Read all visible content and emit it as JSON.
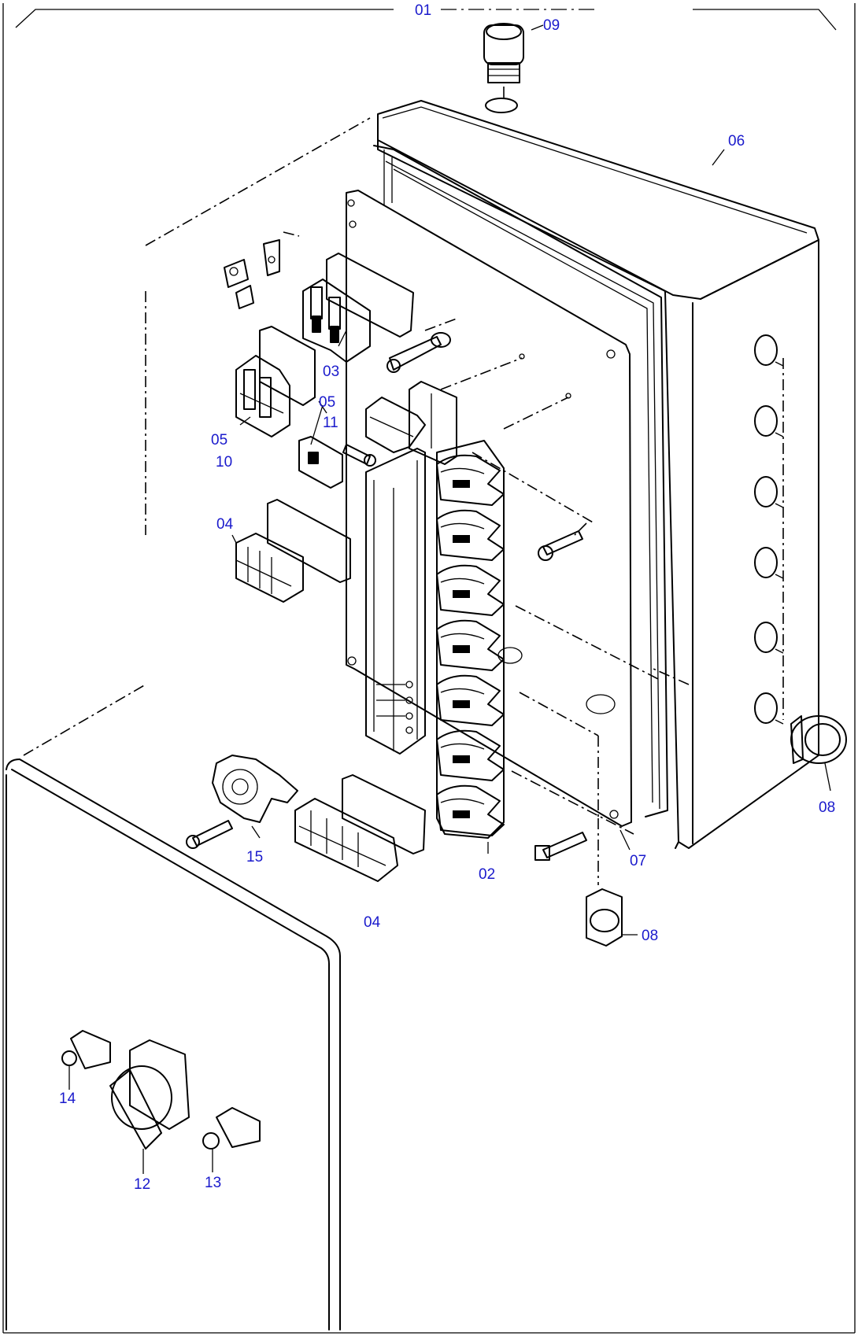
{
  "callouts": {
    "c01": "01",
    "c02": "02",
    "c03": "03",
    "c04a": "04",
    "c04b": "04",
    "c05a": "05",
    "c05b": "05",
    "c06": "06",
    "c07": "07",
    "c08a": "08",
    "c08b": "08",
    "c09": "09",
    "c10": "10",
    "c11": "11",
    "c12": "12",
    "c13": "13",
    "c14": "14",
    "c15": "15"
  },
  "colors": {
    "callout": "#1a1acc",
    "line": "#000000",
    "background": "#ffffff"
  }
}
